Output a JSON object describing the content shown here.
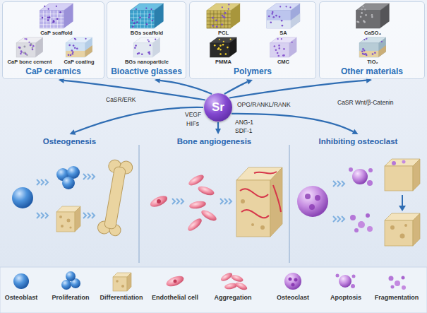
{
  "diagram": {
    "nodes": [
      {
        "text": [
          "CaP ceramics"
        ]
      },
      {
        "text": [
          "CaP scaffold"
        ],
        "in": 0
      },
      {
        "text": [
          "CaP bone cement"
        ],
        "in": 0
      },
      {
        "text": [
          "CaP coating"
        ],
        "in": 0
      },
      {
        "text": [
          "Bioactive glasses"
        ]
      },
      {
        "text": [
          "BGs scaffold"
        ],
        "in": 4
      },
      {
        "text": [
          "BGs nanoparticle"
        ],
        "in": 4
      },
      {
        "text": [
          "Polymers"
        ]
      },
      {
        "text": [
          "PCL"
        ],
        "in": 7
      },
      {
        "text": [
          "SA"
        ],
        "in": 7
      },
      {
        "text": [
          "PMMA"
        ],
        "in": 7
      },
      {
        "text": [
          "CMC"
        ],
        "in": 7
      },
      {
        "text": [
          "Other materials"
        ]
      },
      {
        "text": [
          "CaSO₄"
        ],
        "in": 12
      },
      {
        "text": [
          "TiO₂"
        ],
        "in": 12
      },
      {
        "text": [
          "Sr"
        ]
      },
      {
        "text": [
          "Osteogenesis"
        ]
      },
      {
        "text": [
          "Bone angiogenesis"
        ]
      },
      {
        "text": [
          "Inhibiting osteoclast"
        ]
      }
    ],
    "edges": [
      {
        "from": 15,
        "to": 0,
        "arrow": "to"
      },
      {
        "from": 15,
        "to": 4,
        "arrow": "to"
      },
      {
        "from": 15,
        "to": 7,
        "arrow": "to"
      },
      {
        "from": 15,
        "to": 12,
        "arrow": "to"
      },
      {
        "from": 15,
        "to": 16,
        "arrow": "to"
      },
      {
        "from": 15,
        "to": 17,
        "arrow": "to"
      },
      {
        "from": 15,
        "to": 18,
        "arrow": "to"
      }
    ],
    "labels": [
      "CaSR/ERK",
      "VEGF",
      "HIFs",
      "ANG-1",
      "SDF-1",
      "OPG/RANKL/RANK",
      "CaSR Wnt/β-Catenin"
    ],
    "legend": [
      {
        "text": "Osteoblast"
      },
      {
        "text": "Proliferation"
      },
      {
        "text": "Differentiation"
      },
      {
        "text": "Endothelial cell"
      },
      {
        "text": "Aggregation"
      },
      {
        "text": "Osteoclast"
      },
      {
        "text": "Apoptosis"
      },
      {
        "text": "Fragmentation"
      }
    ]
  }
}
